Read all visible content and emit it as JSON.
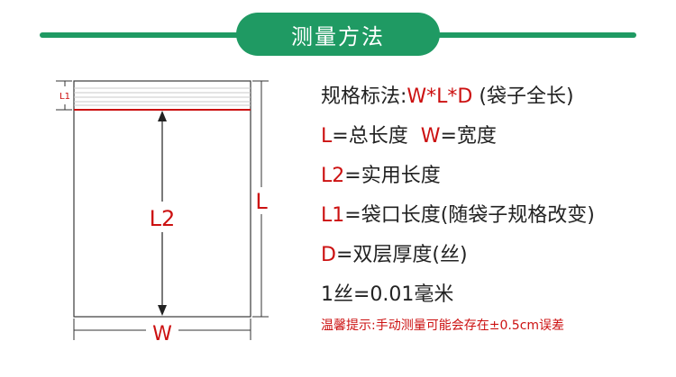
{
  "header": {
    "title": "测量方法"
  },
  "diagram": {
    "label_l1": "L1",
    "label_l2": "L2",
    "label_l": "L",
    "label_w": "W",
    "color_accent": "#cc1111",
    "color_brand": "#1f9a63"
  },
  "info": {
    "spec": {
      "prefix": "规格标法:",
      "formula": "W*L*D",
      "suffix": " (袋子全长)"
    },
    "l_line": {
      "l_key": "L",
      "l_text": "=总长度",
      "w_key": "W",
      "w_text": "=宽度"
    },
    "l2_line": {
      "key": "L2",
      "text": "=实用长度"
    },
    "l1_line": {
      "key": "L1",
      "text": "=袋口长度(随袋子规格改变)"
    },
    "d_line": {
      "key": "D",
      "text": "=双层厚度(丝)"
    },
    "unit_line": "1丝=0.01毫米",
    "note": "温馨提示:手动测量可能会存在±0.5cm误差"
  }
}
